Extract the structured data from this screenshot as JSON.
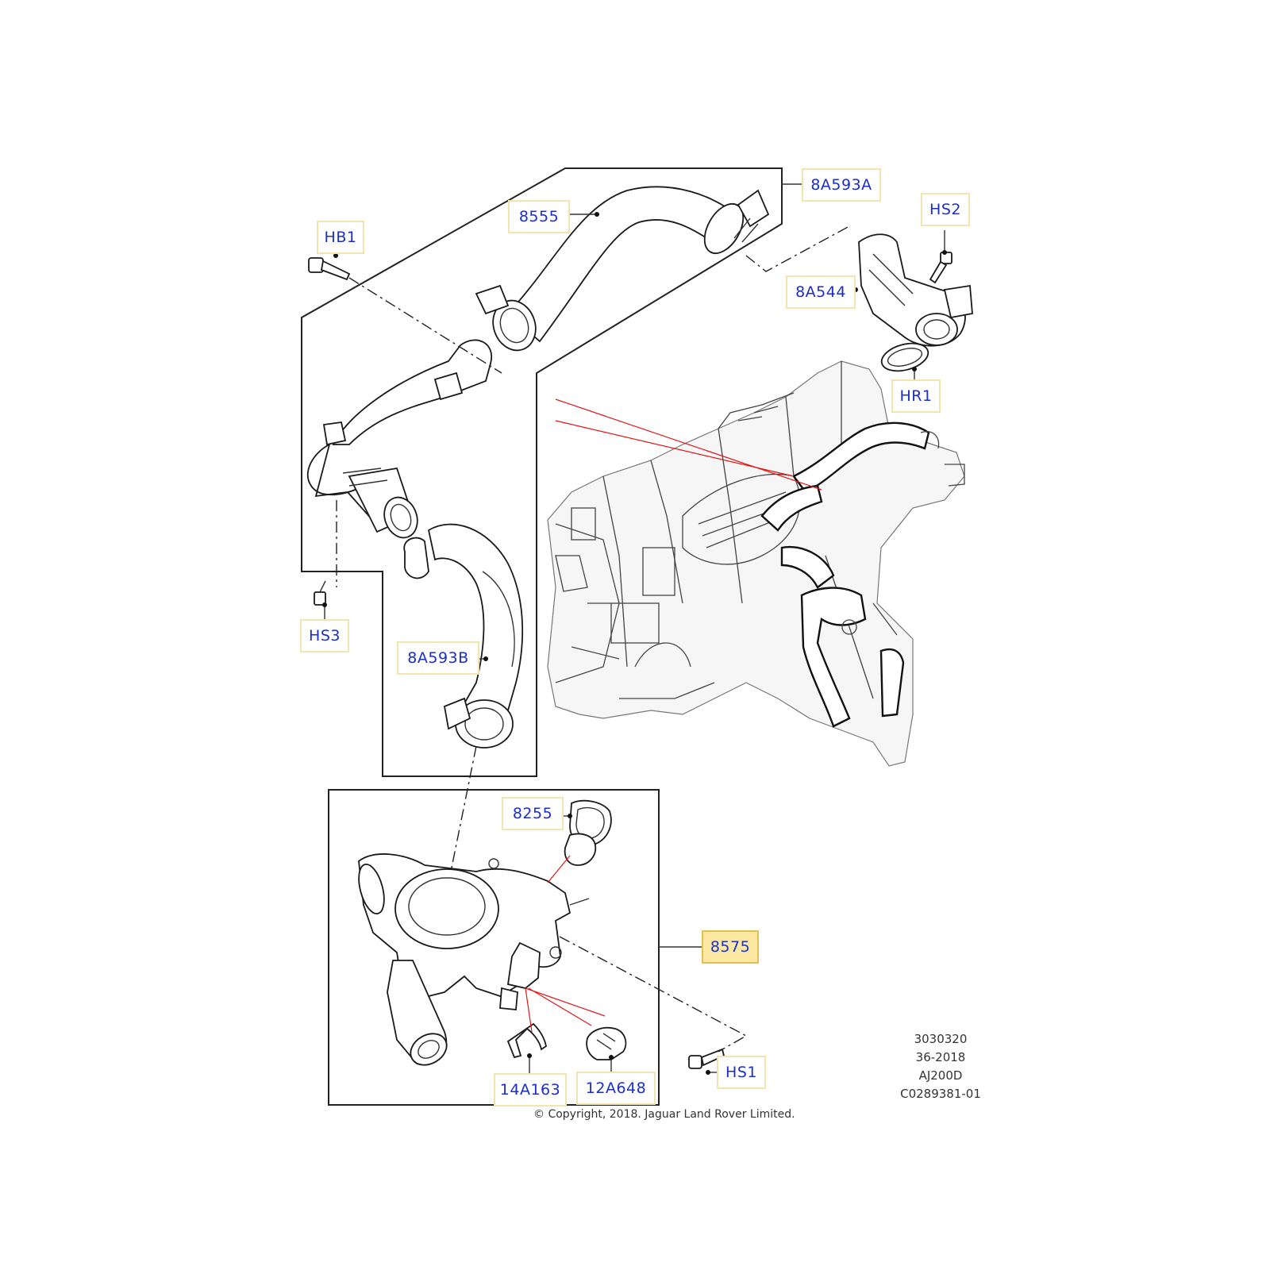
{
  "callouts": {
    "c8A593A": "8A593A",
    "c8555": "8555",
    "cHB1": "HB1",
    "cHS2": "HS2",
    "c8A544": "8A544",
    "cHR1": "HR1",
    "cHS3": "HS3",
    "c8A593B": "8A593B",
    "c8255": "8255",
    "c8575": "8575",
    "cHS1": "HS1",
    "c14A163": "14A163",
    "c12A648": "12A648"
  },
  "highlighted_callout": "8575",
  "reference": {
    "line1": "3030320",
    "line2": "36-2018",
    "line3": "AJ200D",
    "line4": "C0289381-01"
  },
  "copyright": "© Copyright, 2018. Jaguar Land Rover Limited.",
  "colors": {
    "callout_text": "#1c2fc9",
    "callout_border": "#f3e3ae",
    "highlight_fill": "#fde8a3",
    "leader_red": "#e01818"
  }
}
